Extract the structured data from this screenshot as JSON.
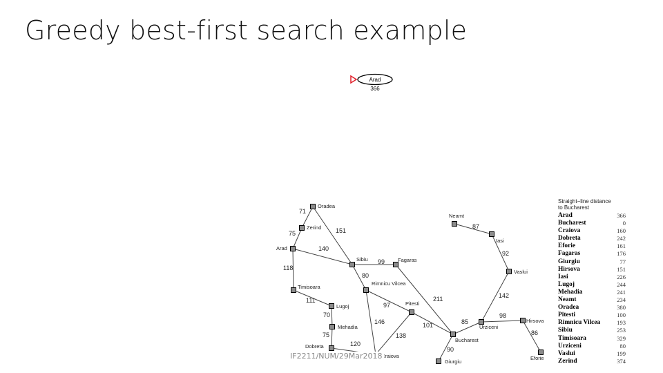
{
  "slide": {
    "title": "Greedy best-first search example",
    "footer": "IF2211/NUM/29Mar2018"
  },
  "search_tree": {
    "root": {
      "name": "Arad",
      "h": "366"
    }
  },
  "map": {
    "cities": [
      {
        "id": "oradea",
        "name": "Oradea"
      },
      {
        "id": "zerind",
        "name": "Zerind"
      },
      {
        "id": "arad",
        "name": "Arad"
      },
      {
        "id": "timisoara",
        "name": "Timisoara"
      },
      {
        "id": "lugoj",
        "name": "Lugoj"
      },
      {
        "id": "mehadia",
        "name": "Mehadia"
      },
      {
        "id": "dobreta",
        "name": "Dobreta"
      },
      {
        "id": "craiova",
        "name": "Craiova"
      },
      {
        "id": "sibiu",
        "name": "Sibiu"
      },
      {
        "id": "rimnicu",
        "name": "Rimnicu Vilcea"
      },
      {
        "id": "fagaras",
        "name": "Fagaras"
      },
      {
        "id": "pitesti",
        "name": "Pitesti"
      },
      {
        "id": "bucharest",
        "name": "Bucharest"
      },
      {
        "id": "giurgiu",
        "name": "Giurgiu"
      },
      {
        "id": "urziceni",
        "name": "Urziceni"
      },
      {
        "id": "hirsova",
        "name": "Hirsova"
      },
      {
        "id": "eforie",
        "name": "Eforie"
      },
      {
        "id": "vaslui",
        "name": "Vaslui"
      },
      {
        "id": "iasi",
        "name": "Iasi"
      },
      {
        "id": "neamt",
        "name": "Neamt"
      }
    ],
    "roads": [
      {
        "from": "oradea",
        "to": "zerind",
        "km": "71"
      },
      {
        "from": "zerind",
        "to": "arad",
        "km": "75"
      },
      {
        "from": "oradea",
        "to": "sibiu",
        "km": "151"
      },
      {
        "from": "arad",
        "to": "sibiu",
        "km": "140"
      },
      {
        "from": "arad",
        "to": "timisoara",
        "km": "118"
      },
      {
        "from": "timisoara",
        "to": "lugoj",
        "km": "111"
      },
      {
        "from": "lugoj",
        "to": "mehadia",
        "km": "70"
      },
      {
        "from": "mehadia",
        "to": "dobreta",
        "km": "75"
      },
      {
        "from": "dobreta",
        "to": "craiova",
        "km": "120"
      },
      {
        "from": "sibiu",
        "to": "fagaras",
        "km": "99"
      },
      {
        "from": "sibiu",
        "to": "rimnicu",
        "km": "80"
      },
      {
        "from": "rimnicu",
        "to": "pitesti",
        "km": "97"
      },
      {
        "from": "rimnicu",
        "to": "craiova",
        "km": "146"
      },
      {
        "from": "craiova",
        "to": "pitesti",
        "km": "138"
      },
      {
        "from": "fagaras",
        "to": "bucharest",
        "km": "211"
      },
      {
        "from": "pitesti",
        "to": "bucharest",
        "km": "101"
      },
      {
        "from": "bucharest",
        "to": "giurgiu",
        "km": "90"
      },
      {
        "from": "bucharest",
        "to": "urziceni",
        "km": "85"
      },
      {
        "from": "urziceni",
        "to": "hirsova",
        "km": "98"
      },
      {
        "from": "hirsova",
        "to": "eforie",
        "km": "86"
      },
      {
        "from": "urziceni",
        "to": "vaslui",
        "km": "142"
      },
      {
        "from": "vaslui",
        "to": "iasi",
        "km": "92"
      },
      {
        "from": "iasi",
        "to": "neamt",
        "km": "87"
      }
    ]
  },
  "distance_table": {
    "header_line1": "Straight−line distance",
    "header_line2": "to Bucharest",
    "rows": [
      {
        "city": "Arad",
        "dist": "366"
      },
      {
        "city": "Bucharest",
        "dist": "0"
      },
      {
        "city": "Craiova",
        "dist": "160"
      },
      {
        "city": "Dobreta",
        "dist": "242"
      },
      {
        "city": "Eforie",
        "dist": "161"
      },
      {
        "city": "Fagaras",
        "dist": "176"
      },
      {
        "city": "Giurgiu",
        "dist": "77"
      },
      {
        "city": "Hirsova",
        "dist": "151"
      },
      {
        "city": "Iasi",
        "dist": "226"
      },
      {
        "city": "Lugoj",
        "dist": "244"
      },
      {
        "city": "Mehadia",
        "dist": "241"
      },
      {
        "city": "Neamt",
        "dist": "234"
      },
      {
        "city": "Oradea",
        "dist": "380"
      },
      {
        "city": "Pitesti",
        "dist": "100"
      },
      {
        "city": "Rimnicu Vilcea",
        "dist": "193"
      },
      {
        "city": "Sibiu",
        "dist": "253"
      },
      {
        "city": "Timisoara",
        "dist": "329"
      },
      {
        "city": "Urziceni",
        "dist": "80"
      },
      {
        "city": "Vaslui",
        "dist": "199"
      },
      {
        "city": "Zerind",
        "dist": "374"
      }
    ]
  },
  "colors": {
    "node_fill": "#8c8c8c",
    "edge": "#444444",
    "pointer": "#e0202a"
  }
}
